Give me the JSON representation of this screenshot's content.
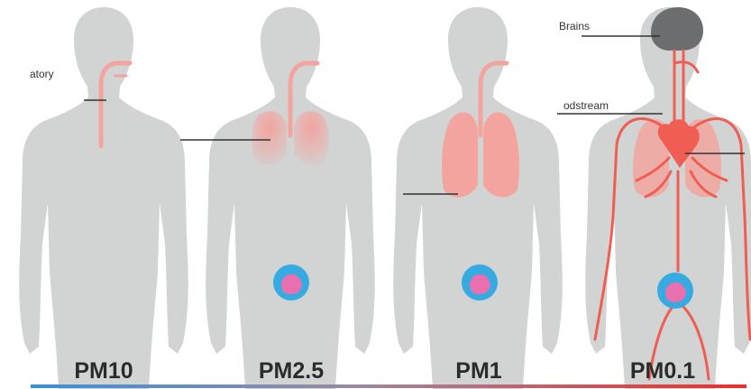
{
  "figures": [
    {
      "label": "PM10"
    },
    {
      "label": "PM2.5"
    },
    {
      "label": "PM1"
    },
    {
      "label": "PM0.1"
    }
  ],
  "annotations": {
    "respiratory": "atory",
    "brains": "Brains",
    "bloodstream": "odstream"
  },
  "colors": {
    "body": "#d2d3d3",
    "organ": "#f3a49f",
    "organ_strong": "#ef5d53",
    "fetus_sac": "#35abe2",
    "fetus": "#ea6fae",
    "brain": "#6b6d6f",
    "gradient_start": "#3a8fd6",
    "gradient_end": "#e8312c"
  }
}
